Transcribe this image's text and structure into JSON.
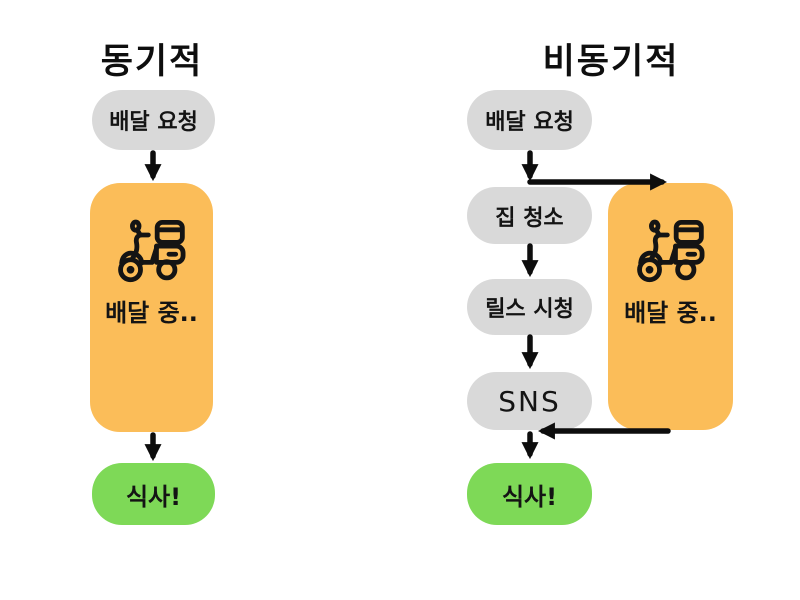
{
  "diagram": {
    "background_color": "#ffffff",
    "colors": {
      "task_pill": "#d9d9d9",
      "work_box": "#fbbd59",
      "result_pill": "#7ed957",
      "arrow": "#0d0d0d",
      "text": "#141414"
    },
    "sync": {
      "title": "동기적",
      "request": "배달 요청",
      "working": "배달 중..",
      "working_icon": "delivery-scooter-icon",
      "result": "식사!"
    },
    "async": {
      "title": "비동기적",
      "request": "배달 요청",
      "tasks": [
        "집 청소",
        "릴스 시청",
        "SNS"
      ],
      "working": "배달 중..",
      "working_icon": "delivery-scooter-icon",
      "result": "식사!"
    }
  }
}
